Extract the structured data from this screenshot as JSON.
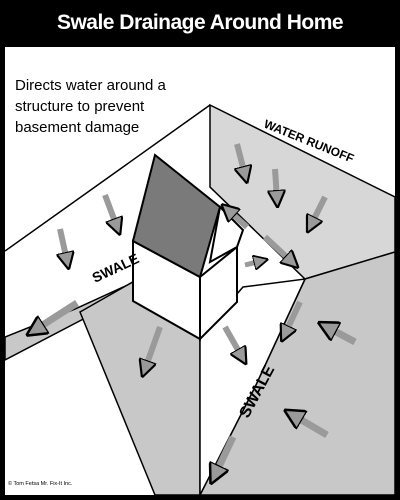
{
  "title": "Swale Drainage Around Home",
  "caption": "Directs water around a structure to prevent basement damage",
  "labels": {
    "water_runoff": "WATER RUNOFF",
    "swale_left": "SWALE",
    "swale_right": "SWALE"
  },
  "credit": "© Tom Fetsa Mr. Fix-It Inc.",
  "colors": {
    "background": "#000000",
    "lawn": "#ffffff",
    "swale_fill": "#c8c8c8",
    "roof": "#7a7a7a",
    "arrow": "#9a9a9a"
  }
}
